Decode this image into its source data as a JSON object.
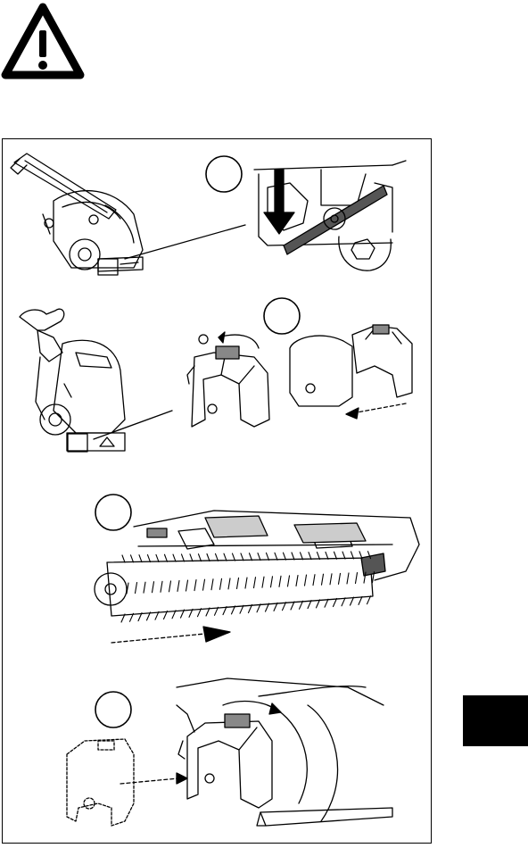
{
  "page": {
    "warning_icon": "warning-triangle-icon",
    "section_tab_color": "#000000",
    "line_color": "#000000"
  },
  "steps": [
    {
      "id": "step-1",
      "number": ""
    },
    {
      "id": "step-2",
      "number": ""
    },
    {
      "id": "step-3",
      "number": ""
    },
    {
      "id": "step-4",
      "number": ""
    }
  ]
}
